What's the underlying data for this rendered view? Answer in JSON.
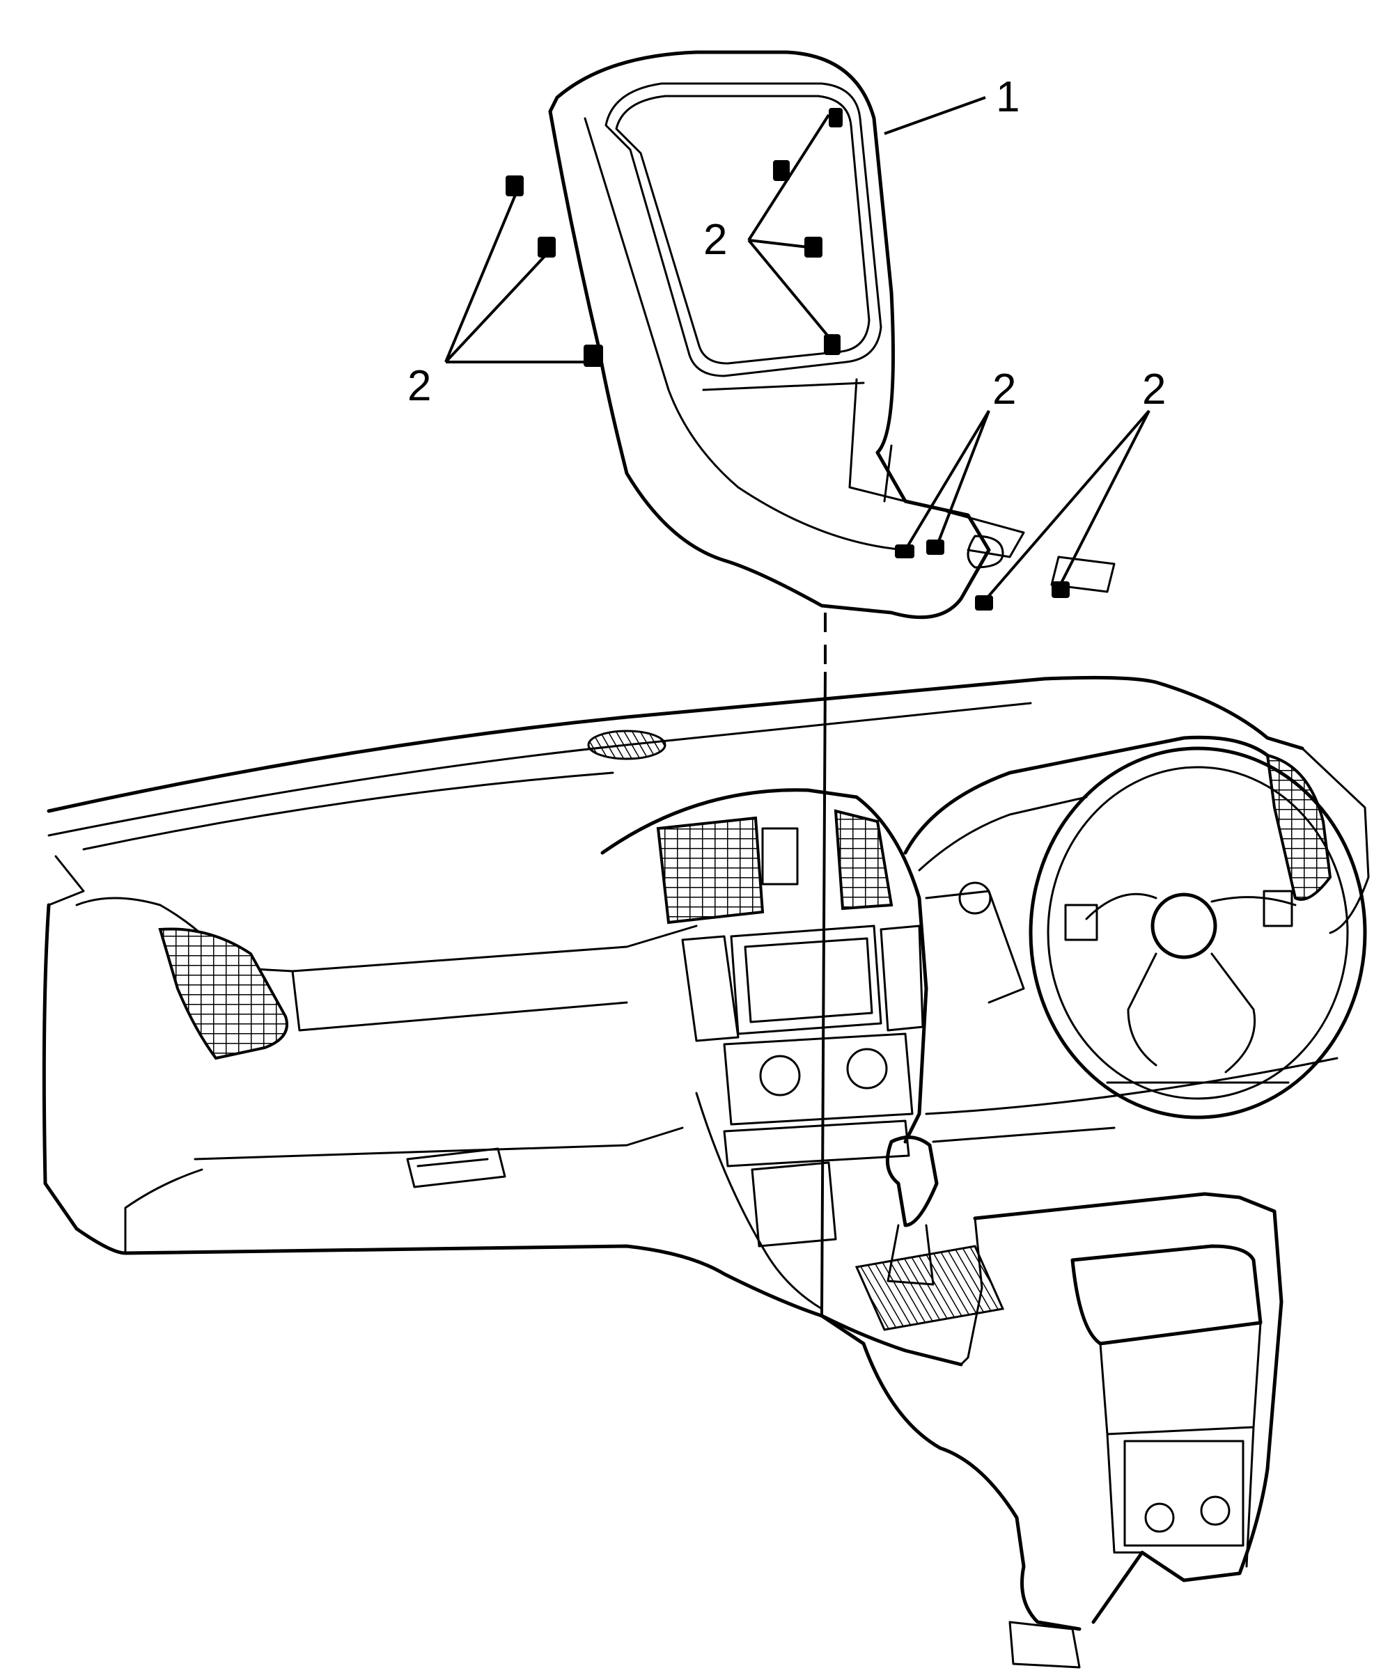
{
  "callouts": [
    {
      "id": "trim-plate",
      "label": "1"
    },
    {
      "id": "clips-left",
      "label": "2"
    },
    {
      "id": "clips-upper",
      "label": "2"
    },
    {
      "id": "clips-lower-mid",
      "label": "2"
    },
    {
      "id": "clips-lower-right",
      "label": "2"
    }
  ],
  "parts": {
    "trim_plate": "instrument-panel-trim-plate",
    "retainer_clips": "retainer-clip",
    "instrument_panel": "instrument-panel",
    "steering_wheel": "steering-wheel",
    "floor_console": "floor-console"
  }
}
